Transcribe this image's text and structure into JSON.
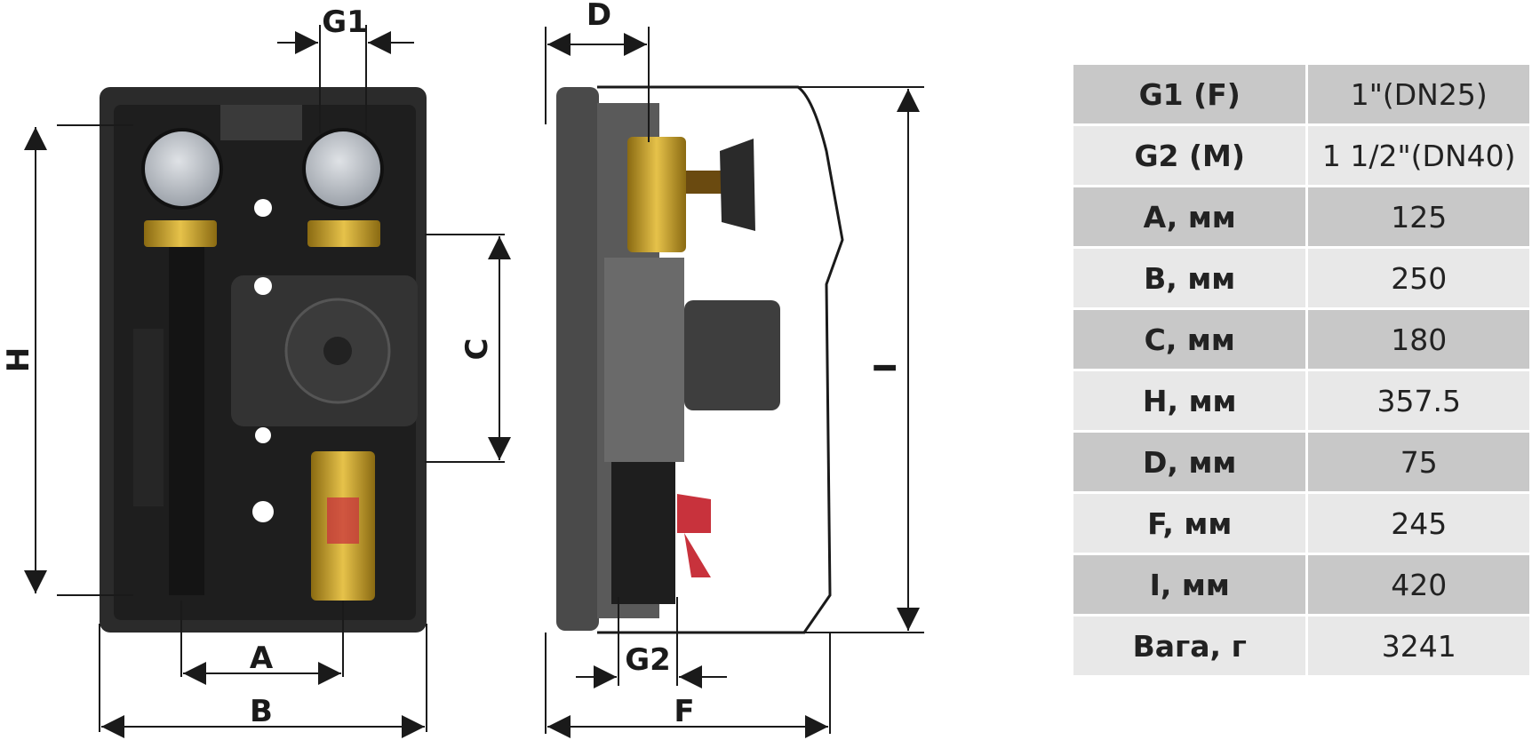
{
  "dimension_labels": {
    "g1": "G1",
    "g2": "G2",
    "d": "D",
    "h": "H",
    "c": "C",
    "i": "I",
    "a": "A",
    "b": "B",
    "f": "F"
  },
  "spec_table": {
    "rows": [
      {
        "param": "G1 (F)",
        "value": "1\"(DN25)"
      },
      {
        "param": "G2 (M)",
        "value": "1 1/2\"(DN40)"
      },
      {
        "param": "A, мм",
        "value": "125"
      },
      {
        "param": "B, мм",
        "value": "250"
      },
      {
        "param": "C, мм",
        "value": "180"
      },
      {
        "param": "H, мм",
        "value": "357.5"
      },
      {
        "param": "D, мм",
        "value": "75"
      },
      {
        "param": "F, мм",
        "value": "245"
      },
      {
        "param": "I, мм",
        "value": "420"
      },
      {
        "param": "Вага, г",
        "value": "3241"
      }
    ]
  },
  "colors": {
    "housing_front": "#2a2a2a",
    "housing_side": "#555555",
    "brass": "#c9a227",
    "gauge_face": "#b5b9bf",
    "handle_red": "#c8323c",
    "row_dark": "#c8c8c8",
    "row_light": "#e8e8e8"
  }
}
